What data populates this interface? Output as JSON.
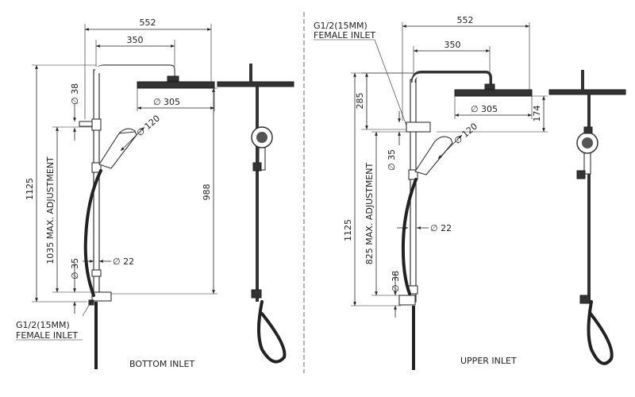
{
  "left": {
    "dims": {
      "width_total": "552",
      "arm_length": "350",
      "head_dia": "∅ 305",
      "handset_dia": "∅ 120",
      "inlet_dia": "∅ 38",
      "rail_dia": "∅ 35",
      "slide_dia": "∅ 22",
      "total_height": "1125",
      "adjust": "1035 MAX. ADJUSTMENT",
      "rail_height": "988"
    },
    "inlet_note": [
      "G1/2(15MM)",
      "FEMALE INLET"
    ],
    "caption": "BOTTOM INLET"
  },
  "right": {
    "dims": {
      "width_total": "552",
      "arm_length": "350",
      "head_dia": "∅ 305",
      "head_drop": "174",
      "top_height": "285",
      "handset_dia": "∅ 120",
      "rail_dia": "∅ 35",
      "slide_dia": "∅ 22",
      "total_height": "1125",
      "adjust": "825 MAX. ADJUSTMENT",
      "inlet_dia": "∅ 38"
    },
    "inlet_note": [
      "G1/2(15MM)",
      "FEMALE INLET"
    ],
    "caption": "UPPER INLET"
  }
}
